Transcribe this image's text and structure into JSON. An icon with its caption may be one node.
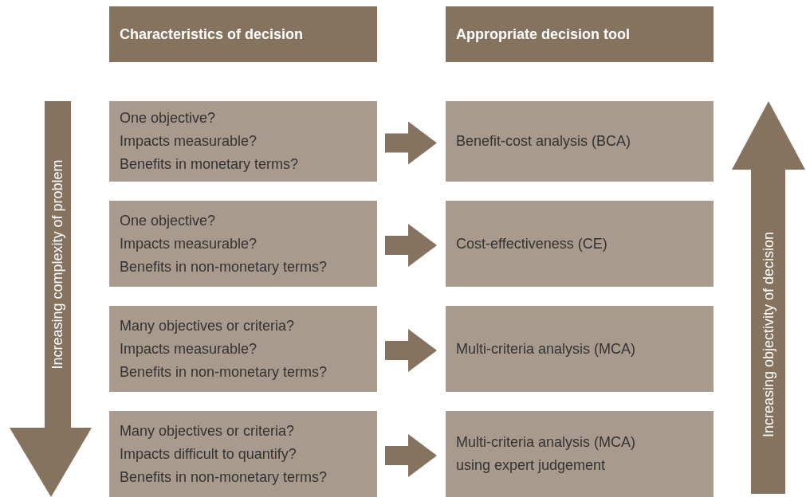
{
  "diagram": {
    "nodes": [
      {
        "text": [
          "Characteristics of decision"
        ]
      },
      {
        "text": [
          "Appropriate decision tool"
        ]
      },
      {
        "text": [
          "One objective?",
          "Impacts measurable?",
          "Benefits in monetary terms?"
        ]
      },
      {
        "text": [
          "Benefit-cost analysis (BCA)"
        ]
      },
      {
        "text": [
          "One objective?",
          "Impacts measurable?",
          "Benefits in non-monetary terms?"
        ]
      },
      {
        "text": [
          "Cost-effectiveness (CE)"
        ]
      },
      {
        "text": [
          "Many objectives or criteria?",
          "Impacts measurable?",
          "Benefits in non-monetary terms?"
        ]
      },
      {
        "text": [
          "Multi-criteria analysis (MCA)"
        ]
      },
      {
        "text": [
          "Many objectives or criteria?",
          "Impacts difficult to quantify?",
          "Benefits in non-monetary terms?"
        ]
      },
      {
        "text": [
          "Multi-criteria analysis (MCA) using expert judgement"
        ]
      }
    ],
    "edges": [
      {
        "from": 2,
        "to": 3,
        "arrow": "to"
      },
      {
        "from": 4,
        "to": 5,
        "arrow": "to"
      },
      {
        "from": 6,
        "to": 7,
        "arrow": "to"
      },
      {
        "from": 8,
        "to": 9,
        "arrow": "to"
      }
    ],
    "labels": [
      "Increasing complexity of problem",
      "Increasing objectivity of decision"
    ]
  }
}
